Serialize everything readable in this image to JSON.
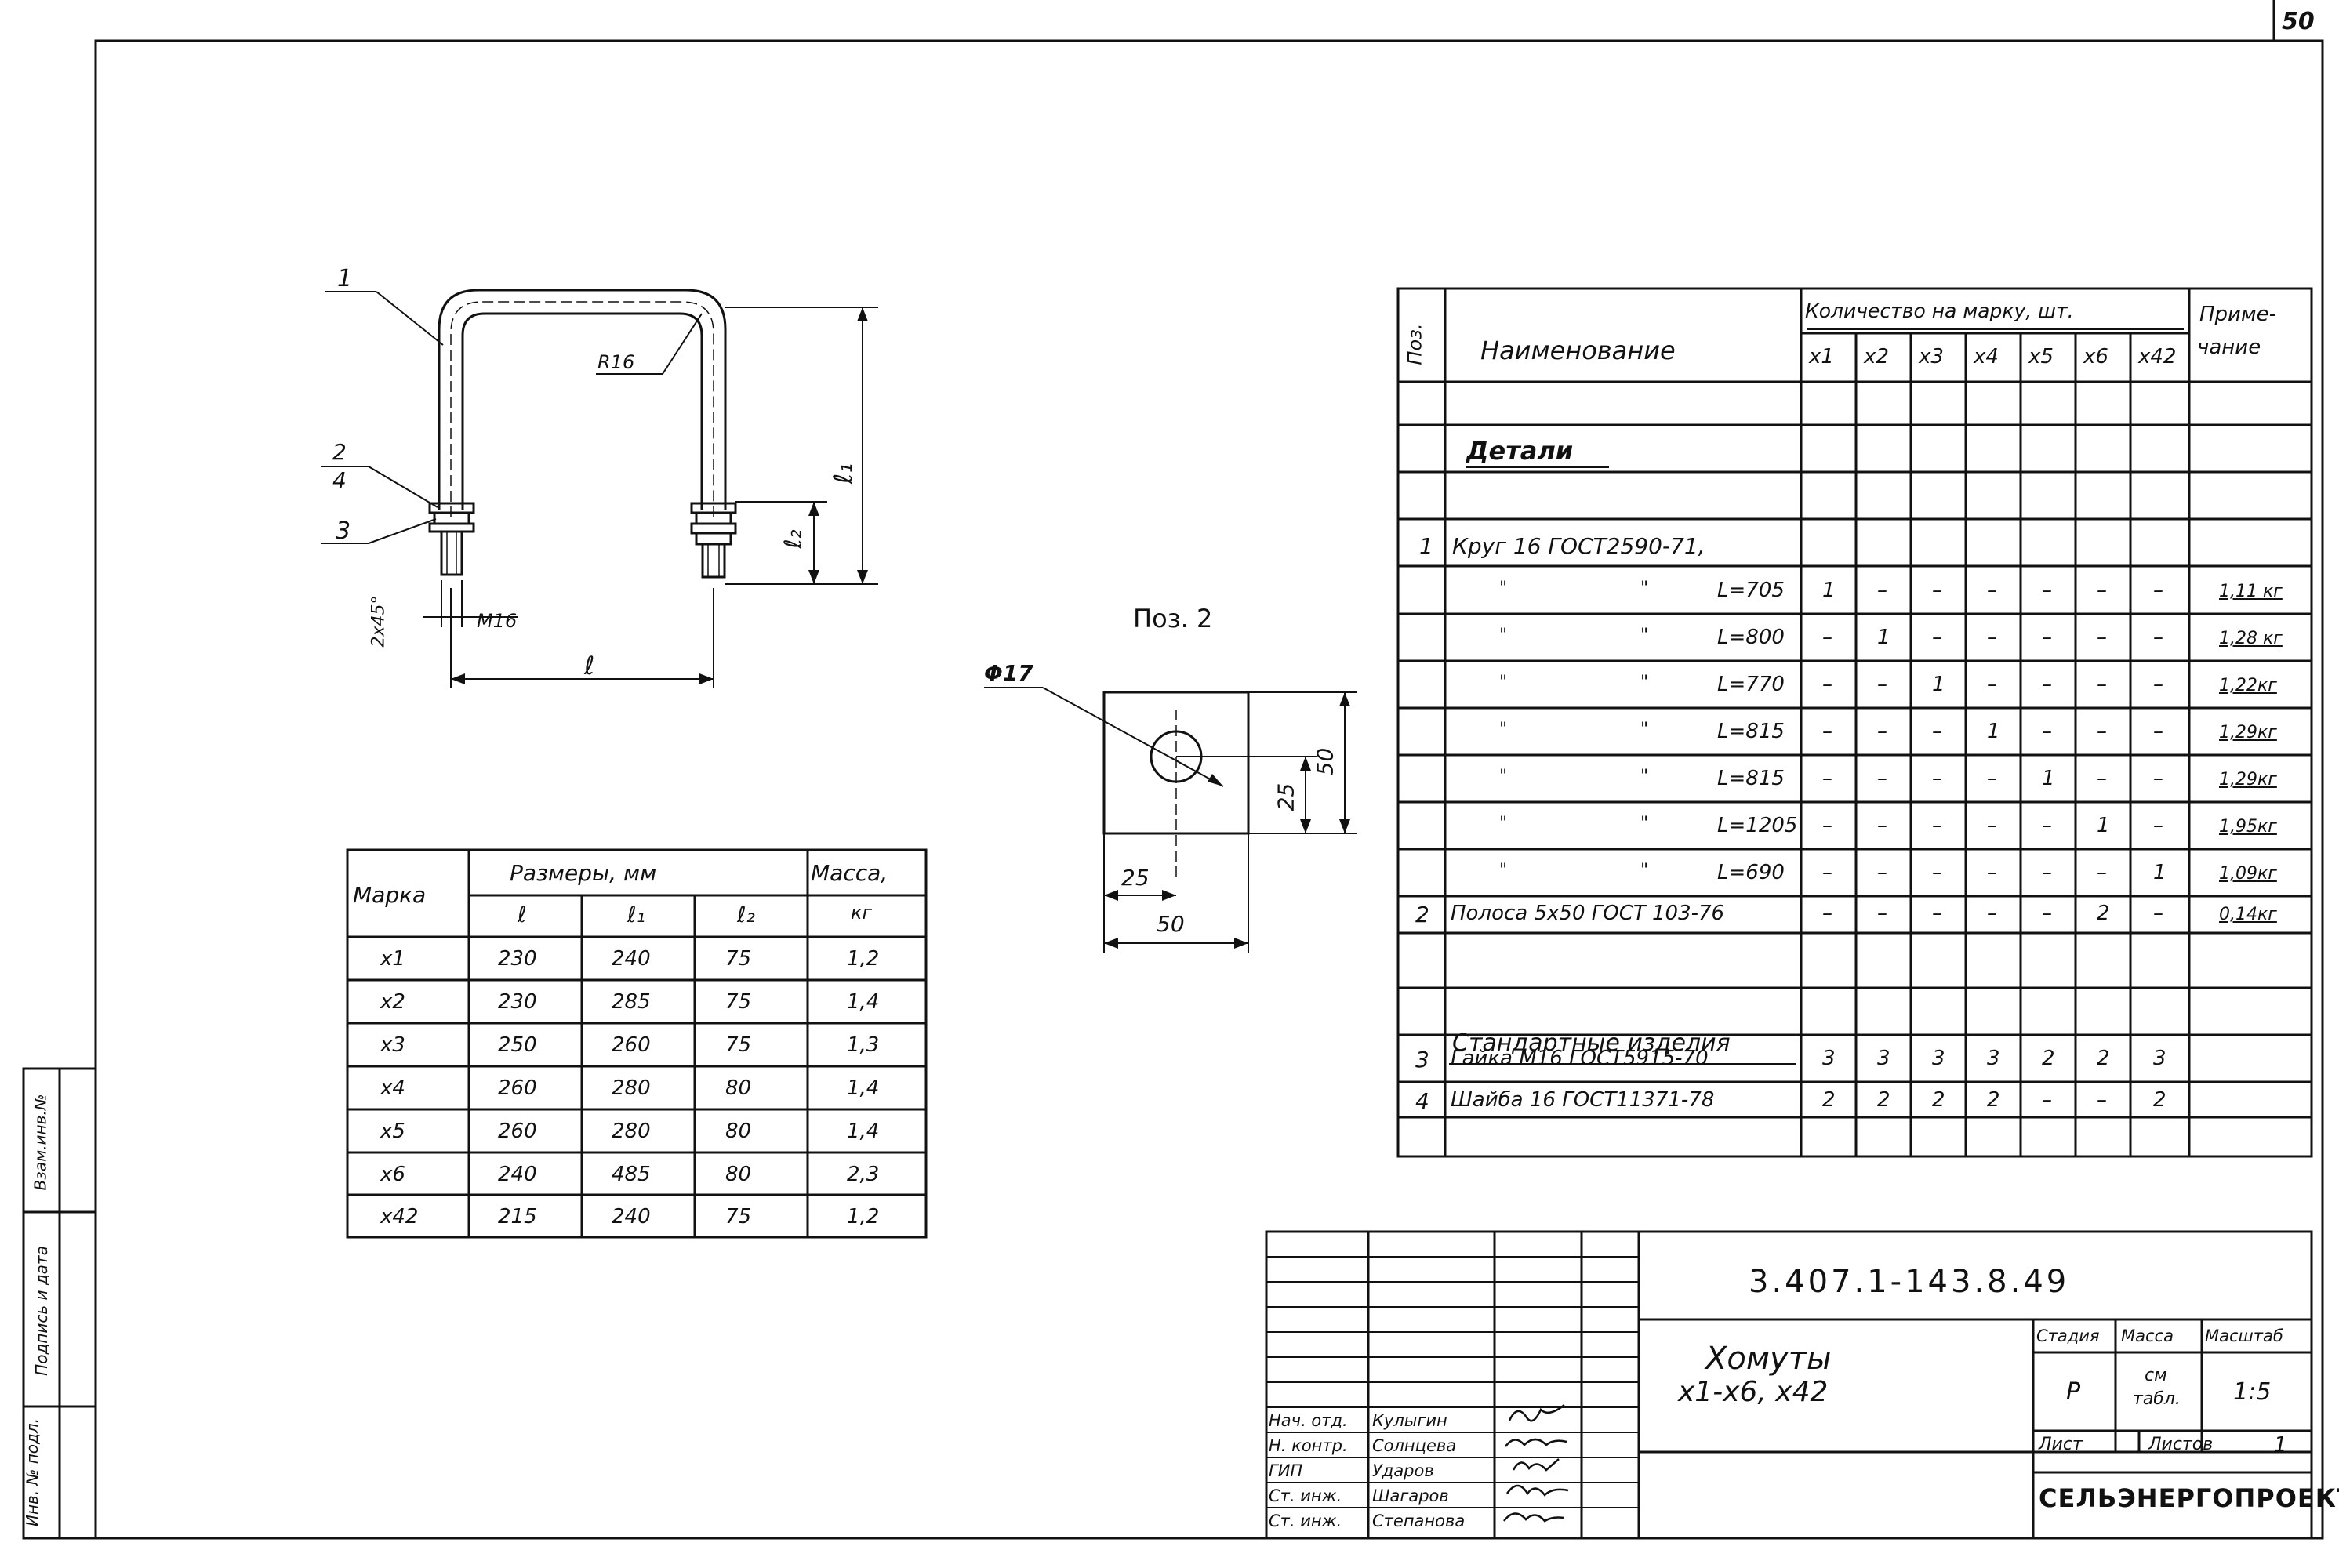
{
  "sheet_number_corner": "50",
  "side_stamp": {
    "inv_podl": "Инв. № подл.",
    "podpis_data": "Подпись и дата",
    "vzam_inv": "Взам.инв.№"
  },
  "drawing": {
    "callout_1": "1",
    "callout_2": "2",
    "callout_4": "4",
    "callout_3": "3",
    "radius": "R16",
    "chamfer": "2x45°",
    "thread": "M16",
    "dim_l": "ℓ",
    "dim_l1": "ℓ₁",
    "dim_l2": "ℓ₂"
  },
  "pos2": {
    "title": "Поз. 2",
    "hole": "Φ17",
    "dim_50_right": "50",
    "dim_25_right": "25",
    "dim_25_bottom": "25",
    "dim_50_bottom": "50"
  },
  "sizes_table": {
    "h_marka": "Марка",
    "h_sizes": "Размеры, мм",
    "h_mass": "Масса,",
    "h_l": "ℓ",
    "h_l1": "ℓ₁",
    "h_l2": "ℓ₂",
    "h_kg": "кг",
    "rows": [
      [
        "x1",
        "230",
        "240",
        "75",
        "1,2"
      ],
      [
        "x2",
        "230",
        "285",
        "75",
        "1,4"
      ],
      [
        "x3",
        "250",
        "260",
        "75",
        "1,3"
      ],
      [
        "x4",
        "260",
        "280",
        "80",
        "1,4"
      ],
      [
        "x5",
        "260",
        "280",
        "80",
        "1,4"
      ],
      [
        "x6",
        "240",
        "485",
        "80",
        "2,3"
      ],
      [
        "x42",
        "215",
        "240",
        "75",
        "1,2"
      ]
    ]
  },
  "spec_table": {
    "h_poz": "Поз.",
    "h_name": "Наименование",
    "h_qty": "Количество на марку, шт.",
    "h_note_1": "Приме-",
    "h_note_2": "чание",
    "marks": [
      "x1",
      "x2",
      "x3",
      "x4",
      "x5",
      "x6",
      "x42"
    ],
    "section_details": "Детали",
    "krug_poz": "1",
    "krug_name": "Круг 16 ГОСТ2590-71,",
    "krug_rows": [
      {
        "ditto1": "\"",
        "ditto2": "\"",
        "len": "L=705",
        "q": [
          "1",
          "–",
          "–",
          "–",
          "–",
          "–",
          "–"
        ],
        "note": "1,11 кг"
      },
      {
        "ditto1": "\"",
        "ditto2": "\"",
        "len": "L=800",
        "q": [
          "–",
          "1",
          "–",
          "–",
          "–",
          "–",
          "–"
        ],
        "note": "1,28 кг"
      },
      {
        "ditto1": "\"",
        "ditto2": "\"",
        "len": "L=770",
        "q": [
          "–",
          "–",
          "1",
          "–",
          "–",
          "–",
          "–"
        ],
        "note": "1,22кг"
      },
      {
        "ditto1": "\"",
        "ditto2": "\"",
        "len": "L=815",
        "q": [
          "–",
          "–",
          "–",
          "1",
          "–",
          "–",
          "–"
        ],
        "note": "1,29кг"
      },
      {
        "ditto1": "\"",
        "ditto2": "\"",
        "len": "L=815",
        "q": [
          "–",
          "–",
          "–",
          "–",
          "1",
          "–",
          "–"
        ],
        "note": "1,29кг"
      },
      {
        "ditto1": "\"",
        "ditto2": "\"",
        "len": "L=1205",
        "q": [
          "–",
          "–",
          "–",
          "–",
          "–",
          "1",
          "–"
        ],
        "note": "1,95кг"
      },
      {
        "ditto1": "\"",
        "ditto2": "\"",
        "len": "L=690",
        "q": [
          "–",
          "–",
          "–",
          "–",
          "–",
          "–",
          "1"
        ],
        "note": "1,09кг"
      }
    ],
    "strip_row": {
      "poz": "2",
      "name": "Полоса 5x50 ГОСТ 103-76",
      "q": [
        "–",
        "–",
        "–",
        "–",
        "–",
        "2",
        "–"
      ],
      "note": "0,14кг"
    },
    "section_standard": "Стандартные изделия",
    "nut_row": {
      "poz": "3",
      "name": "Гайка М16 ГОСТ5915-70",
      "q": [
        "3",
        "3",
        "3",
        "3",
        "2",
        "2",
        "3"
      ]
    },
    "washer_row": {
      "poz": "4",
      "name": "Шайба 16 ГОСТ11371-78",
      "q": [
        "2",
        "2",
        "2",
        "2",
        "–",
        "–",
        "2"
      ]
    }
  },
  "title_block": {
    "code": "3.407.1-143.8.49",
    "title_1": "Хомуты",
    "title_2": "x1-x6, x42",
    "stadia_h": "Стадия",
    "massa_h": "Масса",
    "masshtab_h": "Масштаб",
    "stadia": "Р",
    "massa_1": "см",
    "massa_2": "табл.",
    "masshtab": "1:5",
    "list_h": "Лист",
    "listov_h": "Листов",
    "listov": "1",
    "org": "СЕЛЬЭНЕРГОПРОЕКТ",
    "roles": [
      {
        "role": "Нач. отд.",
        "name": "Кулыгин"
      },
      {
        "role": "Н. контр.",
        "name": "Солнцева"
      },
      {
        "role": "ГИП",
        "name": "Удаpов"
      },
      {
        "role": "Ст. инж.",
        "name": "Шагаров"
      },
      {
        "role": "Ст. инж.",
        "name": "Степанова"
      }
    ]
  }
}
